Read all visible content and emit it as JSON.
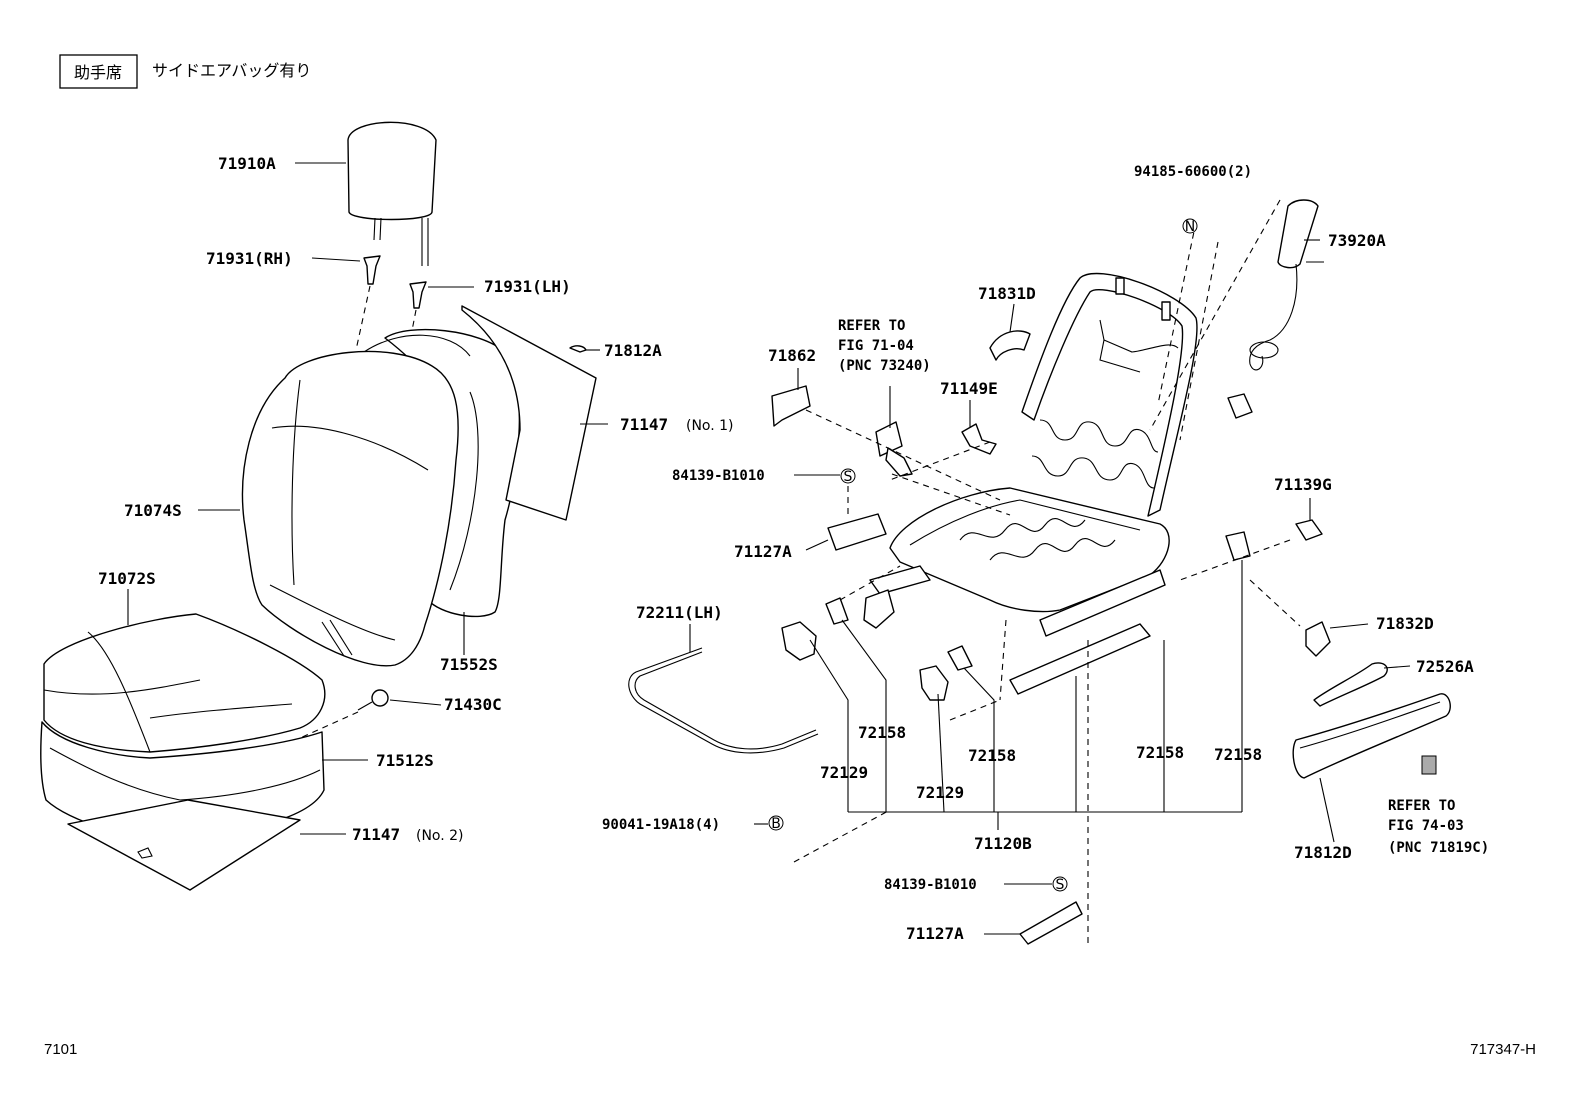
{
  "header": {
    "box_label": "助手席",
    "title": "サイドエアバッグ有り"
  },
  "footer": {
    "left": "7101",
    "right": "717347-H"
  },
  "refs": {
    "r1": [
      "REFER TO",
      "FIG 71-04",
      "(PNC 73240)"
    ],
    "r2": [
      "REFER TO",
      "FIG 74-03",
      "(PNC 71819C)"
    ]
  },
  "labels": {
    "p71910A": "71910A",
    "p71931RH": "71931(RH)",
    "p71931LH": "71931(LH)",
    "p71812A": "71812A",
    "p71147n1": "71147",
    "p71147n1sfx": "(No. 1)",
    "p71074S": "71074S",
    "p71072S": "71072S",
    "p71552S": "71552S",
    "p71430C": "71430C",
    "p71512S": "71512S",
    "p71147n2": "71147",
    "p71147n2sfx": "(No. 2)",
    "p94185": "94185-60600(2)",
    "p73920A": "73920A",
    "p71831D": "71831D",
    "p71862": "71862",
    "p71149E": "71149E",
    "p84139a": "84139-B1010",
    "p71127Aa": "71127A",
    "p72211": "72211(LH)",
    "p71139G": "71139G",
    "p71832D": "71832D",
    "p72526A": "72526A",
    "p72158a": "72158",
    "p72158b": "72158",
    "p72158c": "72158",
    "p72158d": "72158",
    "p72129a": "72129",
    "p72129b": "72129",
    "p71120B": "71120B",
    "p90041": "90041-19A18(4)",
    "p84139b": "84139-B1010",
    "p71127Ab": "71127A",
    "p71812D": "71812D"
  },
  "symbols": {
    "n": "N",
    "s": "S",
    "b": "B"
  }
}
